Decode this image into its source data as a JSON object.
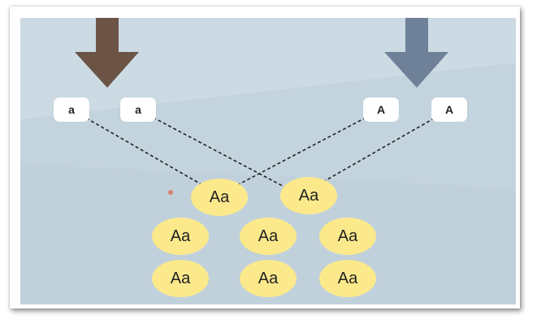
{
  "parents": {
    "left_alleles": [
      "a",
      "a"
    ],
    "right_alleles": [
      "A",
      "A"
    ],
    "left_arrow_color": "#6b5446",
    "right_arrow_color": "#6f8199"
  },
  "offspring": {
    "genotypes": [
      "Aa",
      "Aa",
      "Aa",
      "Aa",
      "Aa",
      "Aa",
      "Aa",
      "Aa"
    ]
  },
  "colors": {
    "background": "#c4d4de",
    "offspring_fill": "#fbe98b",
    "allele_fill": "#ffffff"
  }
}
